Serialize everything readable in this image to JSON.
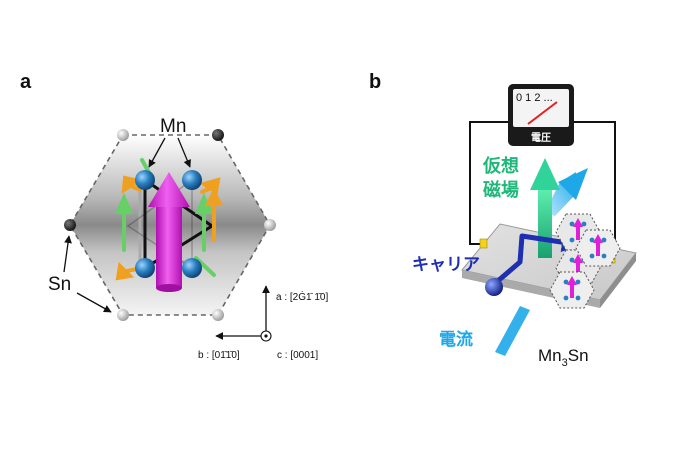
{
  "panel_a": {
    "label": "a",
    "mn_label": "Mn",
    "sn_label": "Sn",
    "axes": {
      "a_axis": "a : [2Ġ1̄ 1̄0]",
      "b_axis": "b : [01̄1̄0]",
      "c_axis": "c : [0001]"
    }
  },
  "panel_b": {
    "label": "b",
    "meter_scale": "0 1 2 ...",
    "meter_label": "電圧",
    "virtual_field_line1": "仮想",
    "virtual_field_line2": "磁場",
    "carrier_label": "キャリア",
    "current_label": "電流",
    "material_main": "Mn",
    "material_sub": "3",
    "material_tail": "Sn"
  },
  "colors": {
    "magenta": "#e020d8",
    "green_arrow": "#1fb87a",
    "blue_text": "#1e2fb0",
    "cyan": "#1ea8e8",
    "orange": "#f0a020",
    "light_green": "#66d066",
    "mn_atom": "#2a7fc0"
  },
  "icons": [
    "voltmeter-icon",
    "electron-icon"
  ]
}
